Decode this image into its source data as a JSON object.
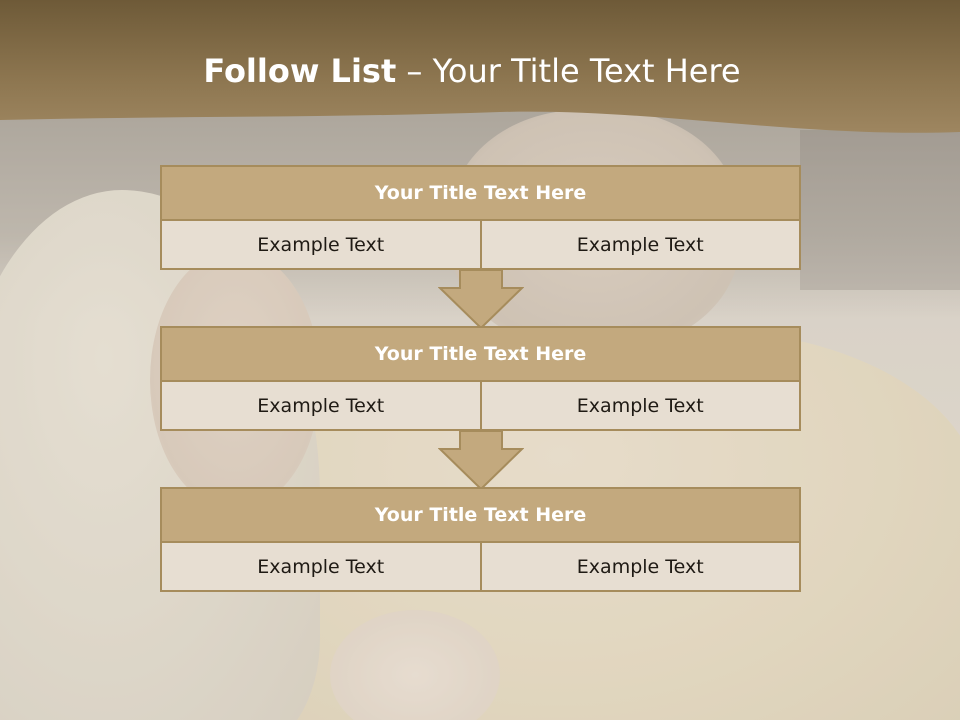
{
  "slide": {
    "title_strong": "Follow List",
    "title_rest": "– Your Title Text Here"
  },
  "steps": [
    {
      "title": "Your Title Text Here",
      "cells": [
        "Example Text",
        "Example Text"
      ]
    },
    {
      "title": "Your Title Text Here",
      "cells": [
        "Example Text",
        "Example Text"
      ]
    },
    {
      "title": "Your Title Text Here",
      "cells": [
        "Example Text",
        "Example Text"
      ]
    }
  ],
  "colors": {
    "header_band": "#7d6744",
    "box_title_fill": "#c3a97e",
    "box_border": "#a68c5c",
    "cell_fill": "#e7ded2",
    "arrow_fill": "#c3a97e"
  }
}
